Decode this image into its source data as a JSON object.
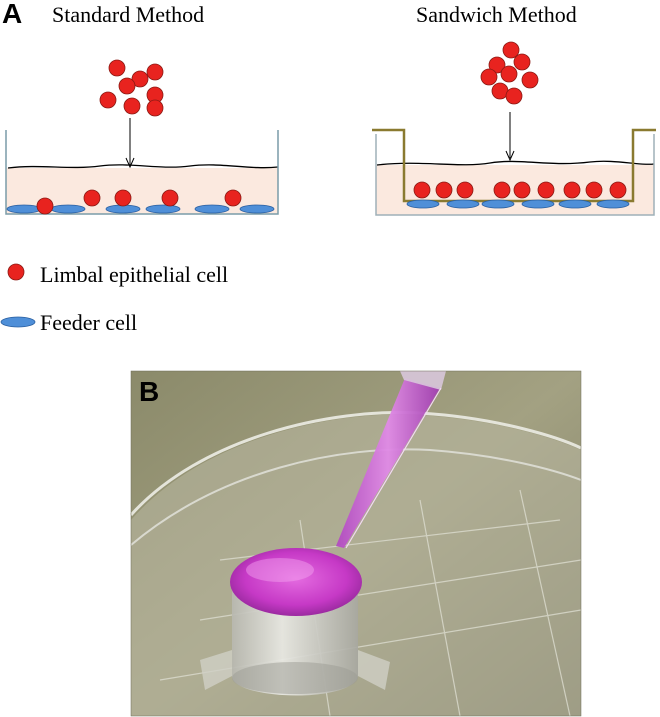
{
  "panel_a": {
    "letter": "A",
    "standard_title": "Standard Method",
    "sandwich_title": "Sandwich Method"
  },
  "legend": {
    "limbal_label": "Limbal epithelial cell",
    "feeder_label": "Feeder cell"
  },
  "panel_b": {
    "letter": "B"
  },
  "colors": {
    "cell_red": "#e8231f",
    "feeder_blue": "#4f8fd8",
    "medium": "#fbe9df",
    "insert_olive": "#8a7a30",
    "pink_medium": "#d44fd0"
  }
}
